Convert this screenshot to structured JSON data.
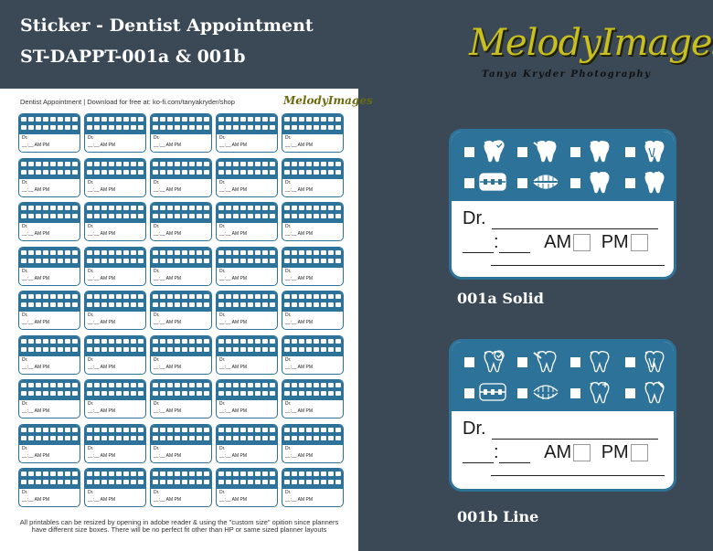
{
  "titles": {
    "line1": "Sticker - Dentist Appointment",
    "line2": "ST-DAPPT-001a & 001b"
  },
  "logo": {
    "main": "MelodyImages",
    "sub": "Tanya Kryder Photography"
  },
  "sheet": {
    "header": "Dentist Appointment  |  Download for free at: ko-fi.com/tanyakryder/shop",
    "logo": "MelodyImages",
    "sticker_count": 45,
    "mini_dr": "Dr.",
    "mini_time": "__:__   AM    PM",
    "footer": "All printables can be resized by opening in adobe reader & using the \"custom size\" opition since planners have different size boxes. There will be no perfect fit other than HP or same sized planner layouts"
  },
  "sticker_solid": {
    "dr_label": "Dr.",
    "time_sep": ":",
    "am_label": "AM",
    "pm_label": "PM",
    "caption": "001a Solid",
    "icon_names": [
      "tooth-check-icon",
      "tooth-drill-icon",
      "tooth-icon",
      "tooth-root-icon",
      "braces-icon",
      "dentures-icon",
      "tooth-sparkle-icon",
      "tooth-extraction-icon"
    ]
  },
  "sticker_line": {
    "dr_label": "Dr.",
    "time_sep": ":",
    "am_label": "AM",
    "pm_label": "PM",
    "caption": "001b Line",
    "icon_names": [
      "tooth-check-icon",
      "tooth-drill-icon",
      "tooth-icon",
      "tooth-root-icon",
      "braces-icon",
      "dentures-icon",
      "tooth-sparkle-icon",
      "tooth-extraction-icon"
    ]
  },
  "colors": {
    "background": "#3b4956",
    "sticker_blue": "#2d7298"
  }
}
